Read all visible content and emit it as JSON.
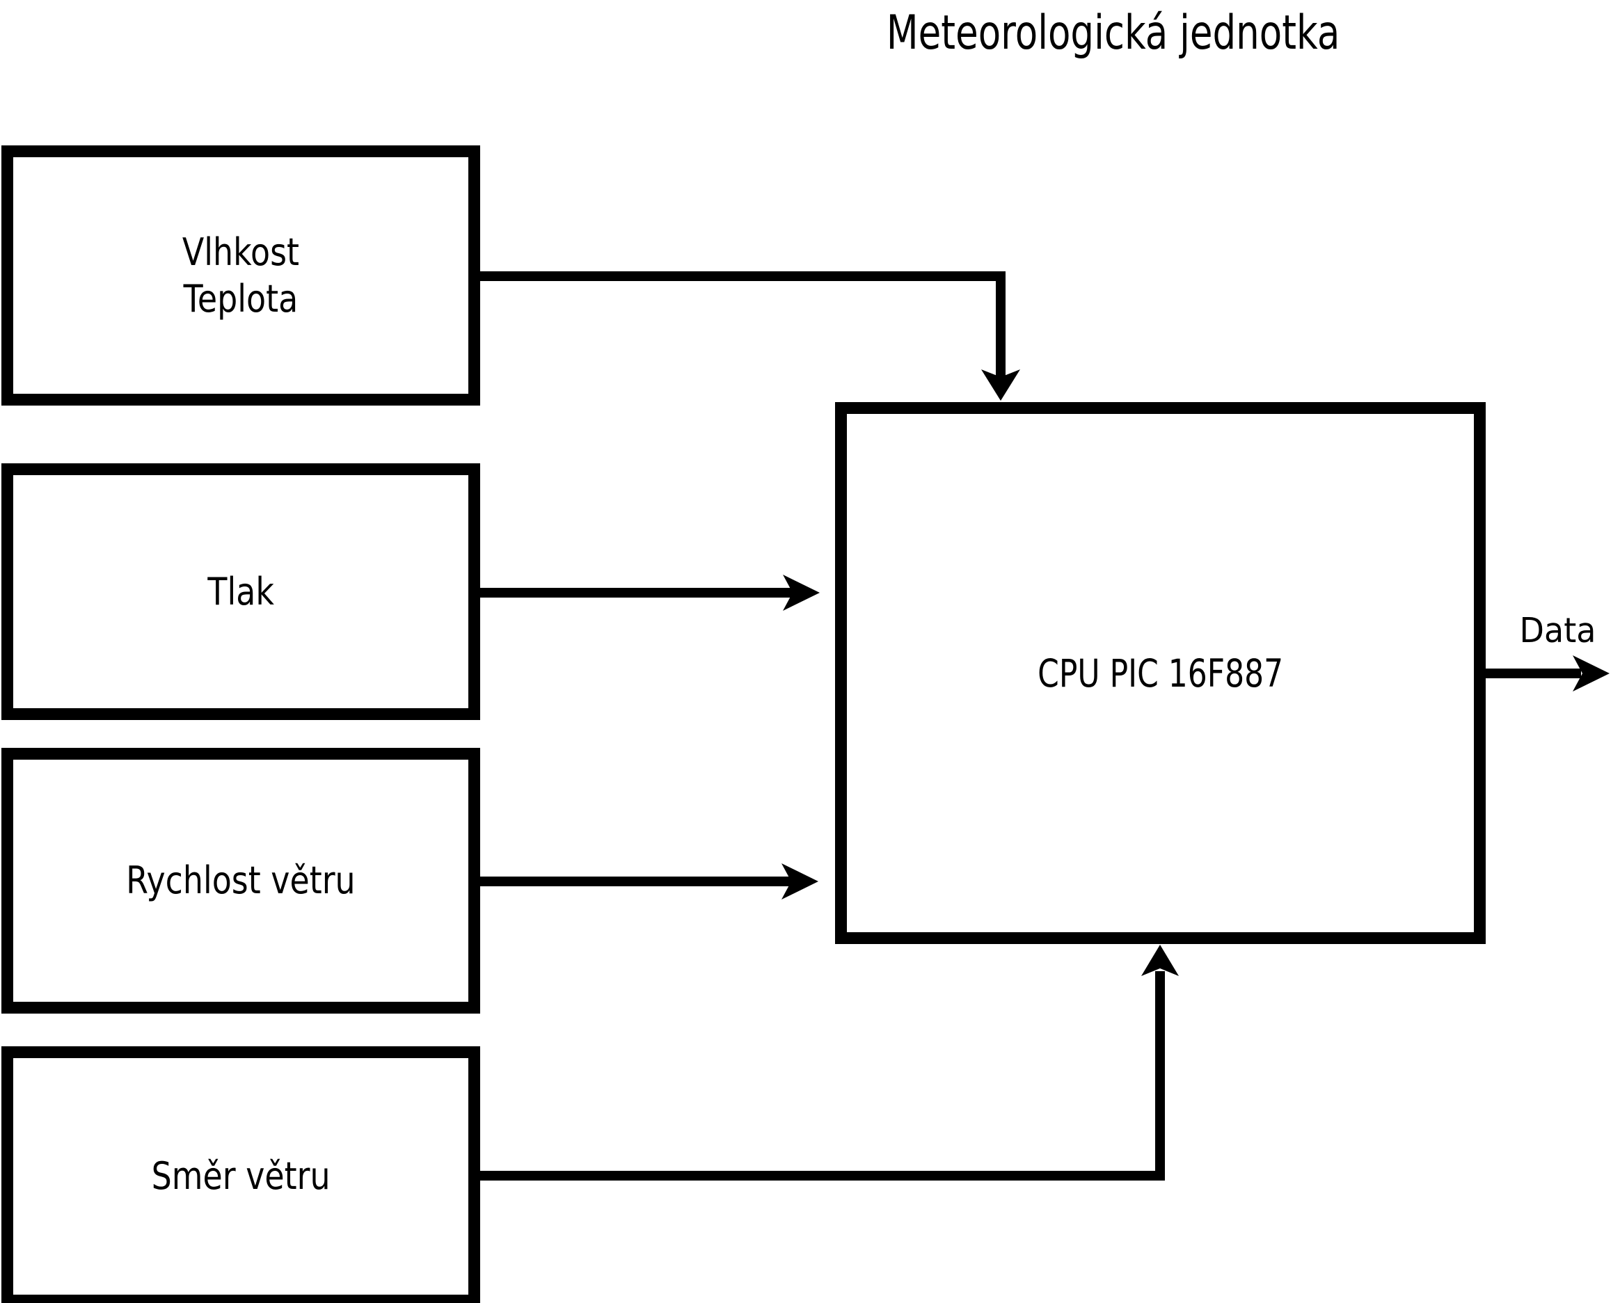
{
  "title": "Meteorologická jednotka",
  "sensors": [
    {
      "id": "humidity-temperature",
      "label": "Vlhkost\nTeplota"
    },
    {
      "id": "pressure",
      "label": "Tlak"
    },
    {
      "id": "wind-speed",
      "label": "Rychlost větru"
    },
    {
      "id": "wind-direction",
      "label": "Směr větru"
    }
  ],
  "cpu": {
    "label": "CPU PIC 16F887"
  },
  "output": {
    "label": "Data"
  },
  "edges": [
    {
      "from": "Vlhkost/Teplota",
      "to": "CPU PIC 16F887",
      "into": "top"
    },
    {
      "from": "Tlak",
      "to": "CPU PIC 16F887",
      "into": "left"
    },
    {
      "from": "Rychlost větru",
      "to": "CPU PIC 16F887",
      "into": "left"
    },
    {
      "from": "Směr větru",
      "to": "CPU PIC 16F887",
      "into": "bottom"
    },
    {
      "from": "CPU PIC 16F887",
      "to": "Data",
      "into": "right-output"
    }
  ],
  "colors": {
    "line": "#000000",
    "background": "#ffffff",
    "text": "#000000"
  }
}
